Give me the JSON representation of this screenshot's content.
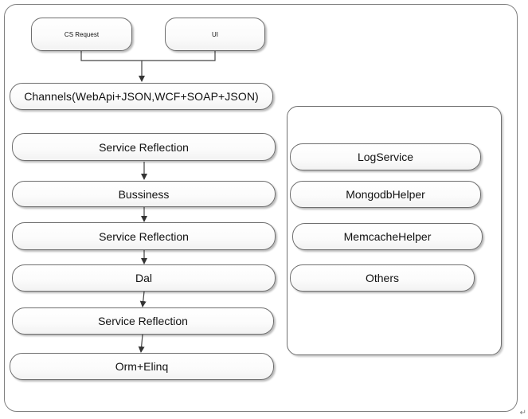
{
  "diagram": {
    "top_nodes": {
      "cs_request": "CS Request",
      "ui": "UI",
      "channels": "Channels(WebApi+JSON,WCF+SOAP+JSON)"
    },
    "left_stack": [
      "Service Reflection",
      "Bussiness",
      "Service Reflection",
      "Dal",
      "Service Reflection",
      "Orm+Elinq"
    ],
    "right_panel": [
      "LogService",
      "MongodbHelper",
      "MemcacheHelper",
      "Others"
    ]
  }
}
